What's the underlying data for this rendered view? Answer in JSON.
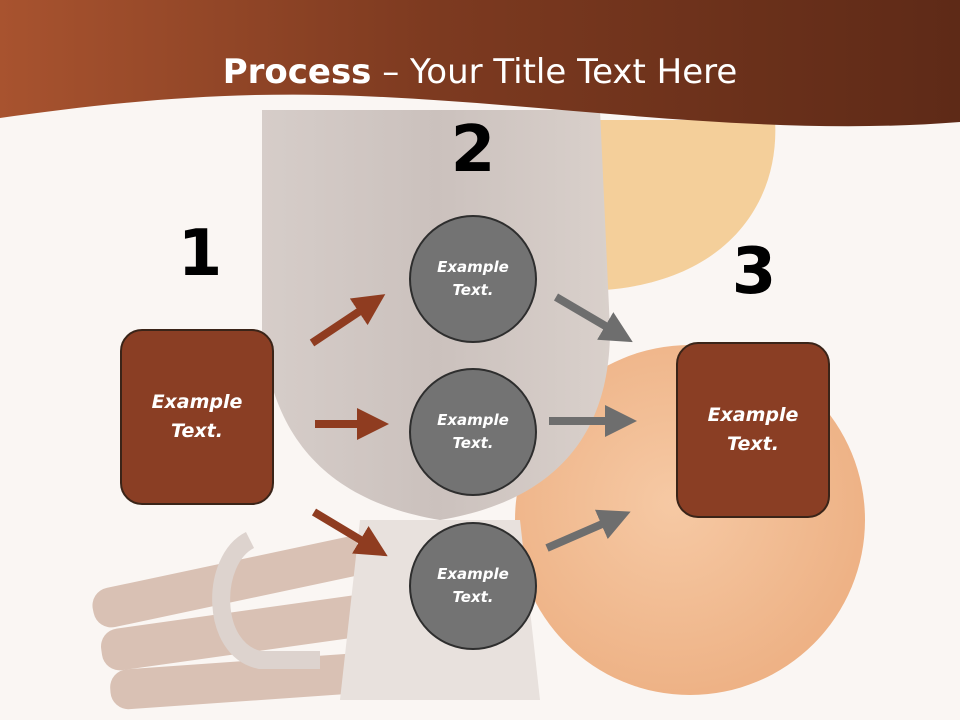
{
  "title": {
    "bold": "Process",
    "rest": " – Your Title Text Here"
  },
  "steps": [
    {
      "number": "1",
      "text": "Example Text."
    },
    {
      "number": "2",
      "text": "Example Text."
    },
    {
      "number": "3",
      "text": "Example Text."
    }
  ],
  "circles": [
    {
      "text": "Example Text."
    },
    {
      "text": "Example Text."
    },
    {
      "text": "Example Text."
    }
  ],
  "colors": {
    "header": "#8a3e24",
    "box": "#8a3e24",
    "circle": "#737373",
    "arrow_in": "#8f3c20",
    "arrow_out": "#6e6e6e"
  }
}
